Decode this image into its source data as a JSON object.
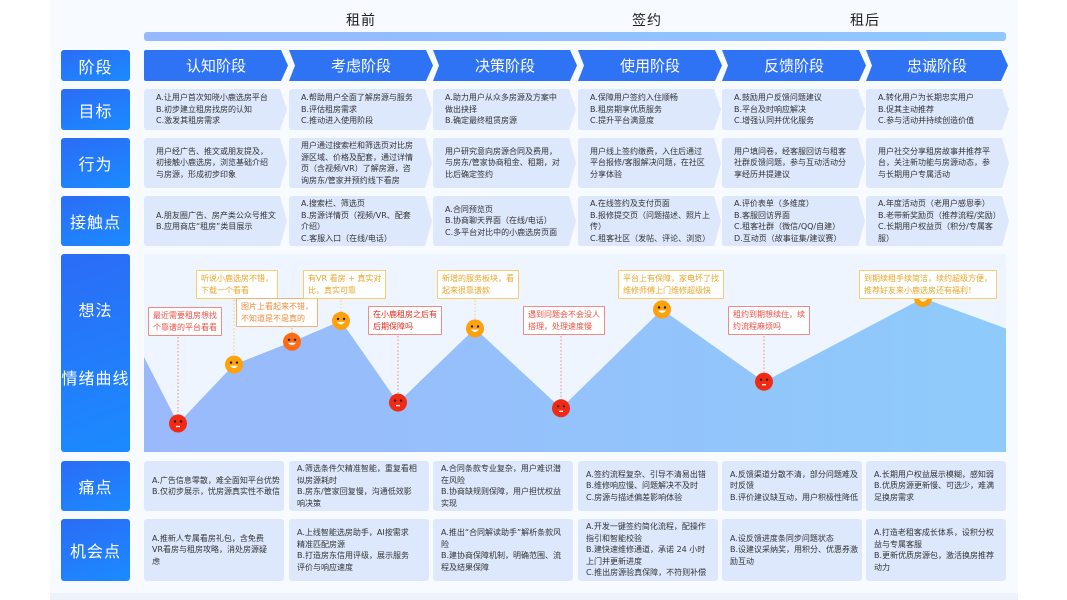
{
  "phases": [
    {
      "label": "租前"
    },
    {
      "label": "签约"
    },
    {
      "label": "租后"
    }
  ],
  "row_labels": {
    "stage": "阶段",
    "goal": "目标",
    "behavior": "行为",
    "touchpoint": "接触点",
    "thoughts": "想法",
    "emotion": "情绪曲线",
    "pain": "痛点",
    "opportunity": "机会点"
  },
  "stages": [
    {
      "name": "认知阶段",
      "goals": [
        "A.让用户首次知晓小鹿选房平台",
        "B.初步建立租房找房的认知",
        "C.激发其租房需求"
      ],
      "behavior": [
        "用户经广告、推文或朋友提及，",
        "初接触小鹿选房，浏览基础介绍",
        "与房源，形成初步印象"
      ],
      "touchpoints": [
        "A.朋友圈广告、房产类公众号推文",
        "B.应用商店“租房”类目展示"
      ],
      "pains": [
        "A.广告信息零散，难全面知平台优势",
        "B.仅初步展示，忧房源真实性不敢信"
      ],
      "opportunities": [
        "A.推新人专属看房礼包，含免费",
        "VR看房与租房攻略，消处房源疑",
        "虑"
      ]
    },
    {
      "name": "考虑阶段",
      "goals": [
        "A.帮助用户全面了解房源与服务",
        "B.评估租房需求",
        "C.推动进入使用阶段"
      ],
      "behavior": [
        "用户通过搜索栏和筛选页对比房",
        "源区域、价格及配套，通过详情",
        "页（含视频/VR）了解房源，咨",
        "询房东/管家并预约线下看房"
      ],
      "touchpoints": [
        "A.搜索栏、筛选页",
        "B.房源详情页（视频/VR、配套",
        "介绍）",
        "C.客服入口（在线/电话）"
      ],
      "pains": [
        "A.筛选条件欠精准智能，重复看相",
        "似房源耗时",
        "B.房东/管家回复慢，沟通低效影",
        "响决策"
      ],
      "opportunities": [
        "A.上线智能选房助手，AI按需求",
        "精准匹配房源",
        "B.打造房东信用评级，展示服务",
        "评价与响应速度"
      ]
    },
    {
      "name": "决策阶段",
      "goals": [
        "A.助力用户从众多房源及方案中",
        "做出抉择",
        "B.确定最终租赁房源"
      ],
      "behavior": [
        "用户研究意向房源合同及费用，",
        "与房东/管家协商租金、租期，对",
        "比后确定签约"
      ],
      "touchpoints": [
        "A.合同预览页",
        "B.协商聊天界面（在线/电话）",
        "C.多平台对比中的小鹿选房页面"
      ],
      "pains": [
        "A.合同条款专业复杂，用户难识潜",
        "在风险",
        "B.协商缺规则保障，用户担忧权益",
        "实现"
      ],
      "opportunities": [
        "A.推出“合同解读助手”解析条款风",
        "险",
        "B.建协商保障机制，明确范围、流",
        "程及结果保障"
      ]
    },
    {
      "name": "使用阶段",
      "goals": [
        "A.保障用户签约入住顺畅",
        "B.租房期享优质服务",
        "C.提升平台满意度"
      ],
      "behavior": [
        "用户线上签约缴费，入住后通过",
        "平台报修/客服解决问题，在社区",
        "分享体验"
      ],
      "touchpoints": [
        "A.在线签约及支付页面",
        "B.报修提交页（问题描述、照片上",
        "传）",
        "C.租客社区（发帖、评论、浏览）"
      ],
      "pains": [
        "A.签约流程复杂、引导不清易出错",
        "B.维修响应慢、问题解决不及时",
        "C.房源与描述偏差影响体验"
      ],
      "opportunities": [
        "A.开发一键签约简化流程，配操作",
        "指引和智能校验",
        "B.建快速维修通道，承诺 24 小时",
        "上门并更新进度",
        "C.推出房源验真保障，不符则补偿"
      ]
    },
    {
      "name": "反馈阶段",
      "goals": [
        "A.鼓励用户反馈问题建议",
        "B.平台及时响应解决",
        "C.增强认同并优化服务"
      ],
      "behavior": [
        "用户填问卷，经客服回访与租客",
        "社群反馈问题，参与互动活动分",
        "享经历并提建议"
      ],
      "touchpoints": [
        "A.评价表单（多维度）",
        "B.客服回访界面",
        "C.租客社群（微信/QQ/自建）",
        "D.互动页（故事征集/建议赛）"
      ],
      "pains": [
        "A.反馈渠道分散不清，部分问题难及",
        "时反馈",
        "B.评价建议缺互动，用户积极性降低"
      ],
      "opportunities": [
        "A.设反馈进度条同步问题状态",
        "B.设建议采纳奖，用积分、优惠券激",
        "励互动"
      ]
    },
    {
      "name": "忠诚阶段",
      "goals": [
        "A.转化用户为长期忠实用户",
        "B.促其主动推荐",
        "C.参与活动并持续创造价值"
      ],
      "behavior": [
        "用户社交分享租房故事并推荐平",
        "台，关注新功能与房源动态，参",
        "与长期用户专属活动"
      ],
      "touchpoints": [
        "A.年度活动页（老用户感恩季）",
        "B.老带新奖励页（推荐流程/奖励）",
        "C.长期用户权益页（积分/专属客",
        "服）"
      ],
      "pains": [
        "A.长期用户权益展示模糊，感知弱",
        "B.优质房源更新慢、可选少，难满",
        "足换房需求"
      ],
      "opportunities": [
        "A.打造老租客成长体系，设积分权",
        "益与专属客服",
        "B.更新优质房源包，激活换房推荐",
        "动力"
      ]
    }
  ],
  "emotion_curve": {
    "scale": "0 = very negative, 10 = very positive",
    "points": [
      {
        "value": 1.5,
        "mood": "negative",
        "thought": [
          "最近需要租房想找",
          "个靠谱的平台看看"
        ],
        "tone": "red"
      },
      {
        "value": 4.6,
        "mood": "positive",
        "thought": [
          "听说小鹿选房不错，",
          "下载一个看看"
        ],
        "tone": "yellow"
      },
      {
        "value": 5.8,
        "mood": "neutral",
        "thought": [
          "图片上看起来不错，",
          "不知道是不是真的"
        ],
        "tone": "orange"
      },
      {
        "value": 6.9,
        "mood": "positive",
        "thought": [
          "有VR 看房 + 真实对",
          "比，真实可靠"
        ],
        "tone": "yellow"
      },
      {
        "value": 2.6,
        "mood": "negative",
        "thought": [
          "在小鹿租房之后有",
          "后期保障吗"
        ],
        "tone": "strongred"
      },
      {
        "value": 6.5,
        "mood": "positive",
        "thought": [
          "新增的服务板块，看",
          "起来很靠谱欸"
        ],
        "tone": "yellow"
      },
      {
        "value": 2.3,
        "mood": "negative",
        "thought": [
          "遇到问题会不会没人",
          "搭理，处理速度慢"
        ],
        "tone": "red"
      },
      {
        "value": 7.5,
        "mood": "positive",
        "thought": [
          "平台上有保障，家电坏了找",
          "维修师傅上门维修超级快"
        ],
        "tone": "yellow"
      },
      {
        "value": 3.7,
        "mood": "negative",
        "thought": [
          "租约到期想续住，续",
          "约流程麻烦吗"
        ],
        "tone": "red"
      },
      {
        "value": 8.1,
        "mood": "positive",
        "thought": [
          "到期续租手续简洁，续约超级方便，",
          "推荐好友来小鹿选房还有福利！"
        ],
        "tone": "yellow"
      }
    ],
    "start_value": 5.0,
    "end_value": 6.5
  },
  "colors": {
    "primary_blue": "#2f73f5",
    "cell_bg": "#dde8fd",
    "curve_fill": "#93c3fb",
    "face_happy": "#ffa10a",
    "face_neutral": "#ff6a14",
    "face_sad": "#f22a14"
  }
}
